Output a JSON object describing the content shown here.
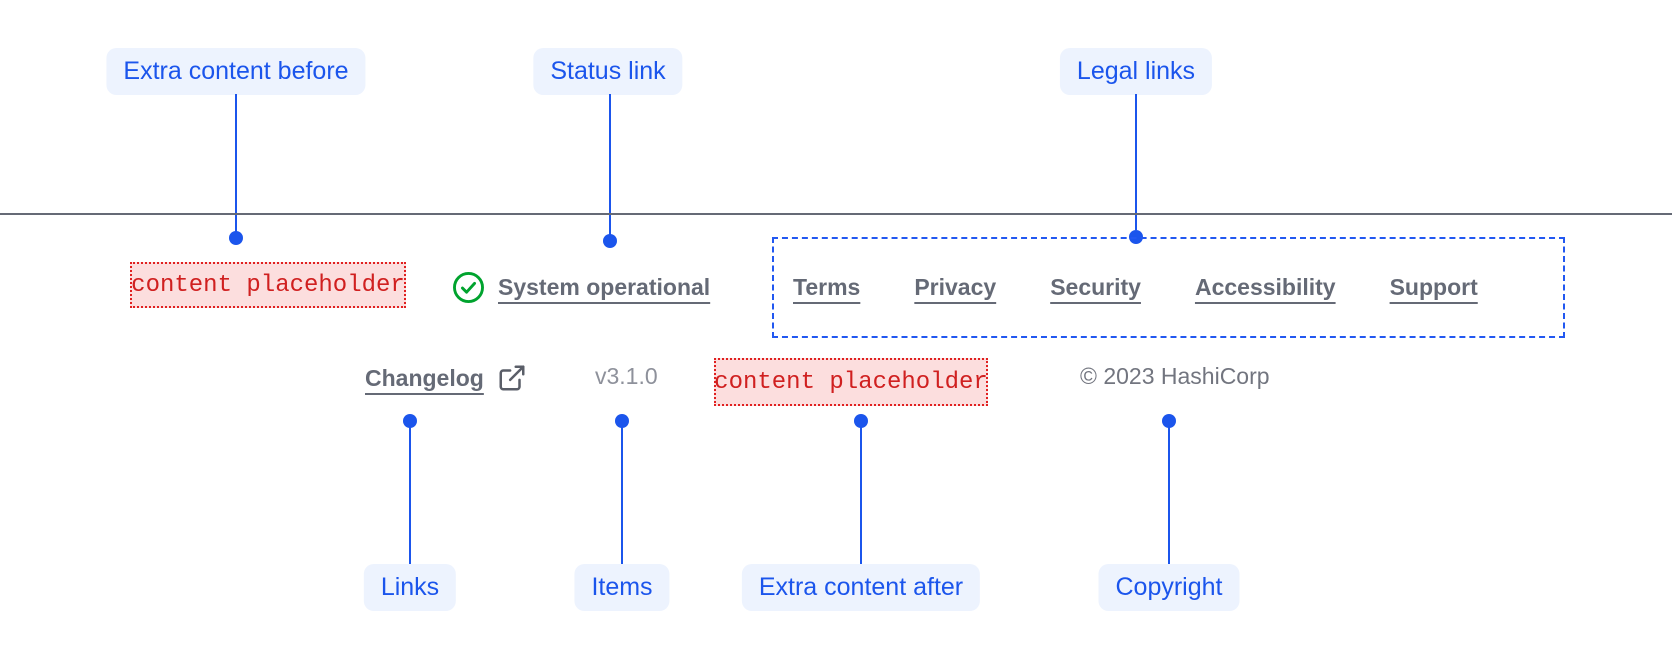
{
  "colors": {
    "annotation_blue": "#1b55ec",
    "annotation_pill_bg": "#edf3fe",
    "legal_outline_blue": "#2258f1",
    "divider_gray": "#656a76",
    "link_gray": "#656a76",
    "faint_gray": "#8e919b",
    "placeholder_red": "#d02020",
    "placeholder_bg": "#fcdede",
    "success_green": "#00a32e"
  },
  "annotations": {
    "top": [
      {
        "label": "Extra content before"
      },
      {
        "label": "Status link"
      },
      {
        "label": "Legal links"
      }
    ],
    "bottom": [
      {
        "label": "Links"
      },
      {
        "label": "Items"
      },
      {
        "label": "Extra content after"
      },
      {
        "label": "Copyright"
      }
    ]
  },
  "footer": {
    "extra_content_before": "content placeholder",
    "status_link": {
      "label": "System operational",
      "icon": "check-circle-icon"
    },
    "legal_links": [
      "Terms",
      "Privacy",
      "Security",
      "Accessibility",
      "Support"
    ],
    "links": [
      {
        "label": "Changelog",
        "icon": "external-link-icon"
      }
    ],
    "version": "v3.1.0",
    "extra_content_after": "content placeholder",
    "copyright": "© 2023 HashiCorp"
  }
}
